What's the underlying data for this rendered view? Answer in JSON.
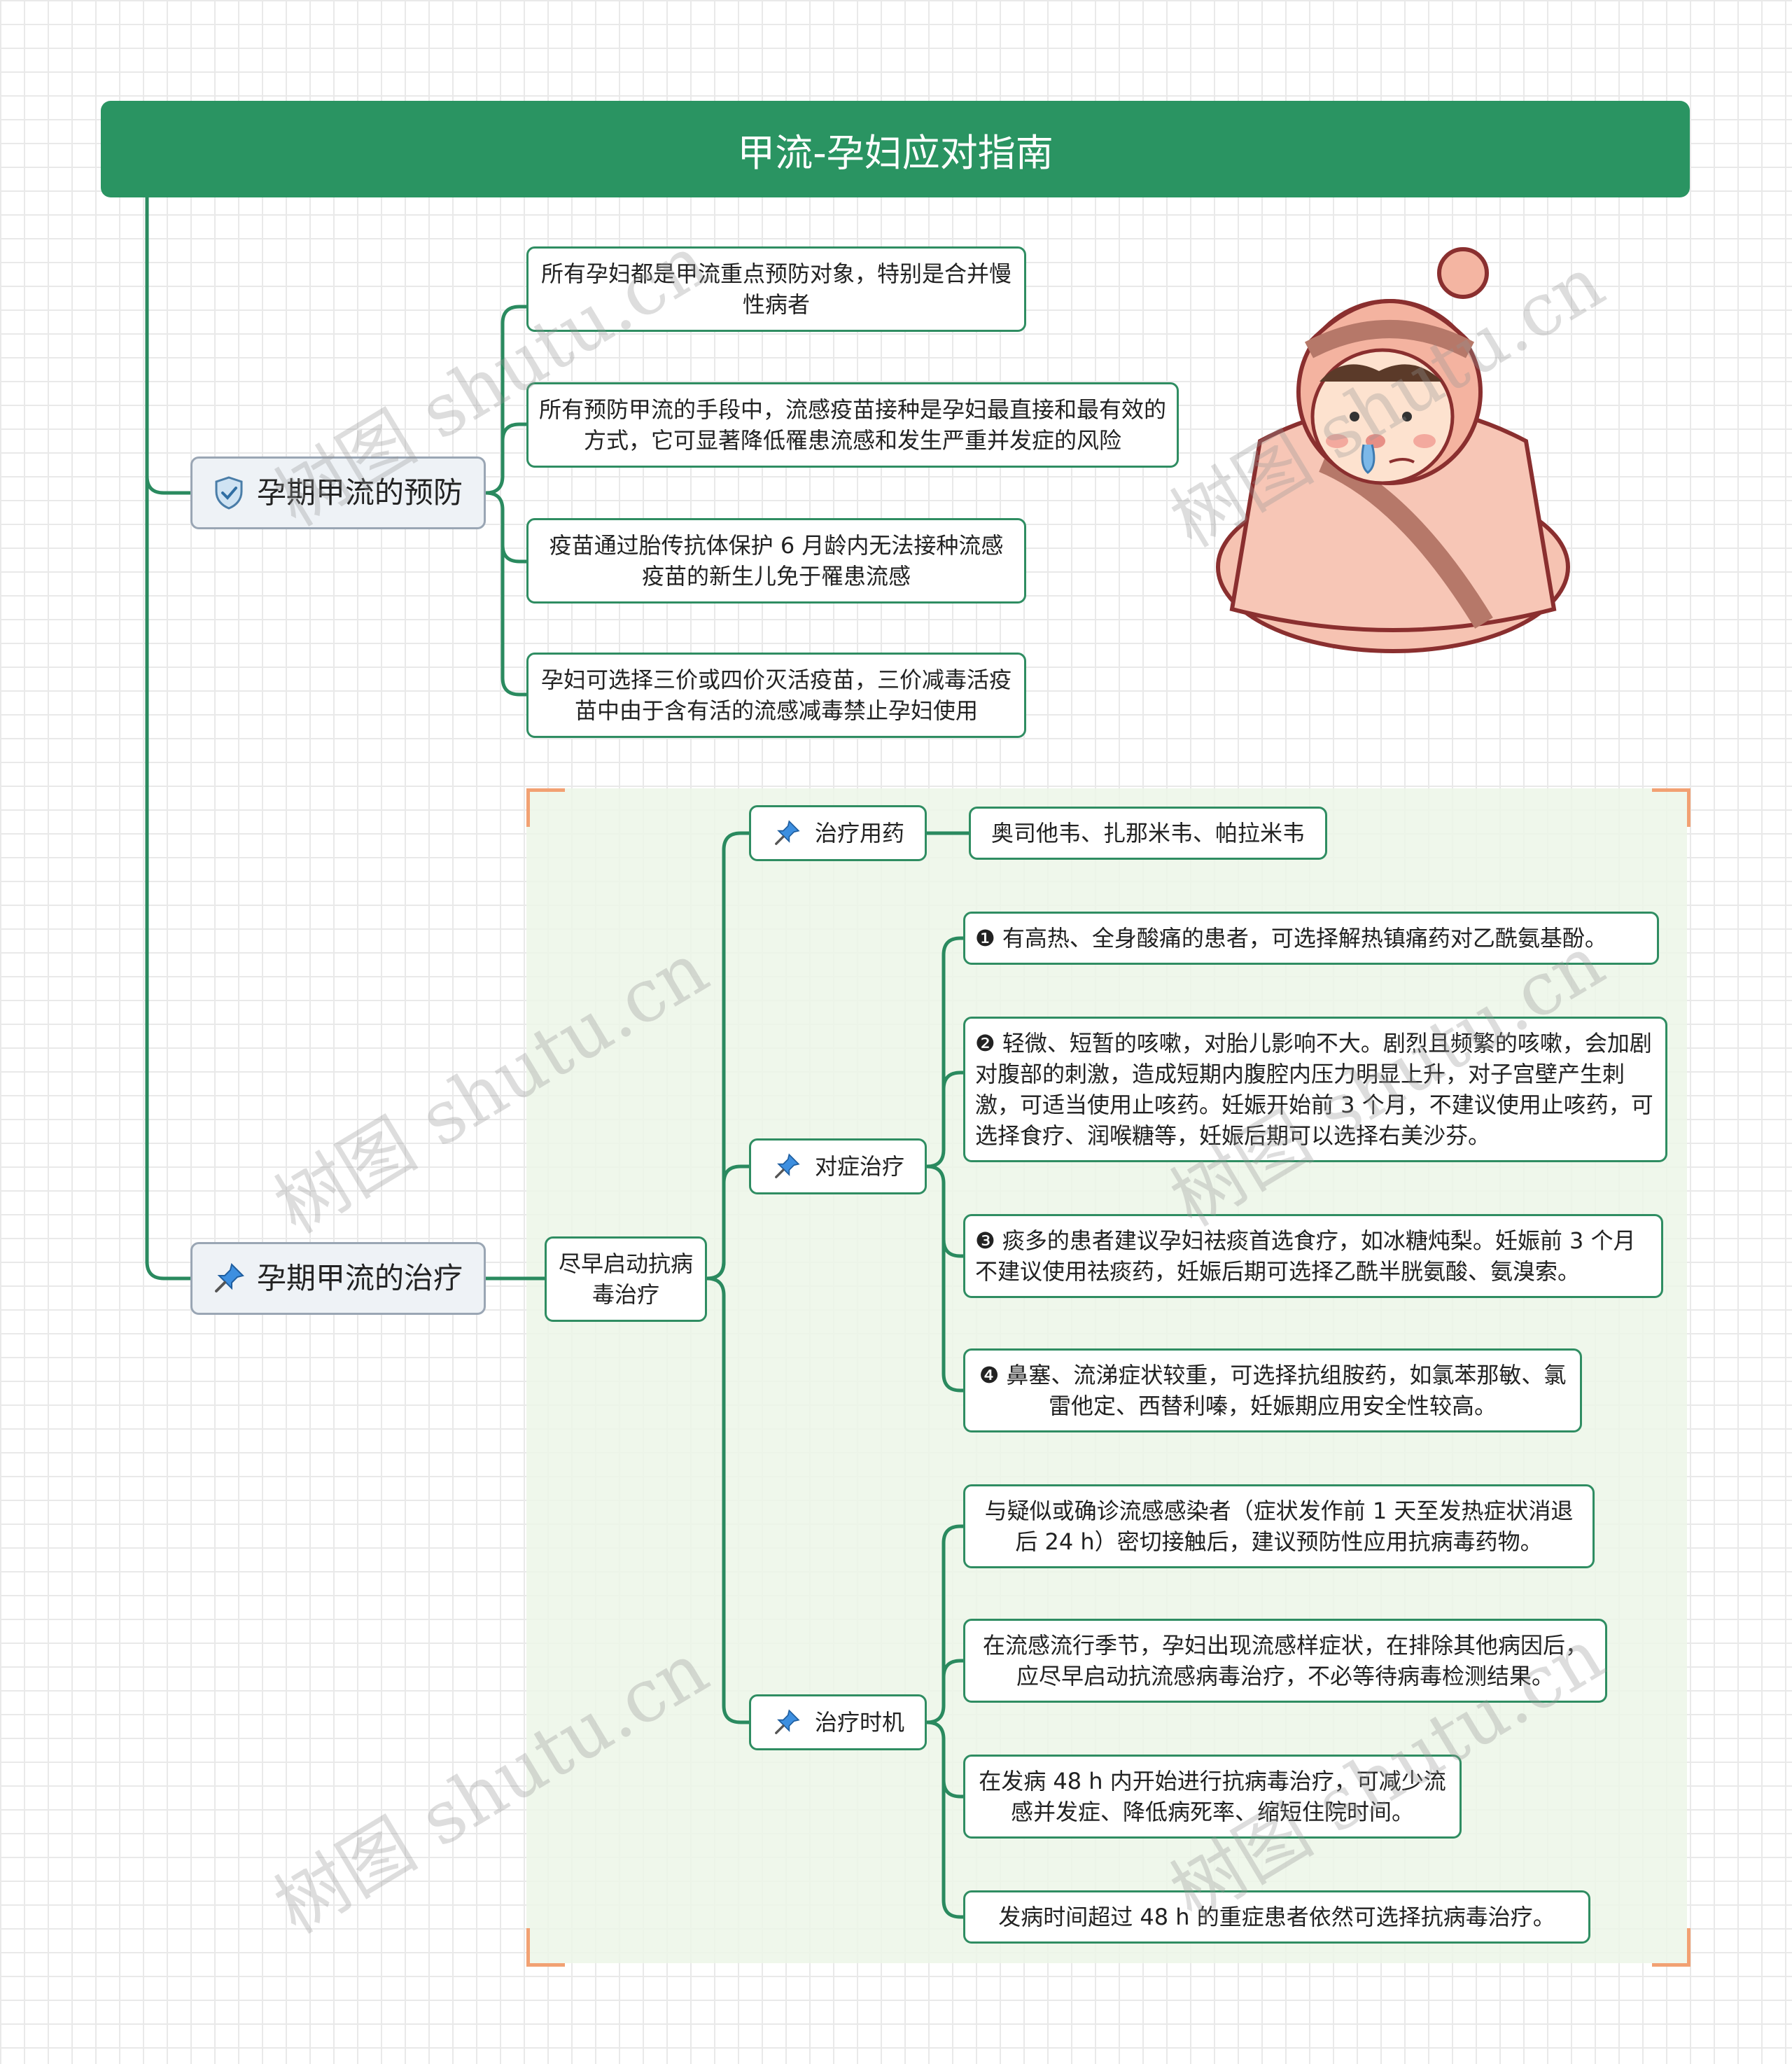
{
  "title": "甲流-孕妇应对指南",
  "branches": {
    "prevention": {
      "label": "孕期甲流的预防",
      "icon": "shield-check-icon",
      "items": [
        "所有孕妇都是甲流重点预防对象，特别是合并慢性病者",
        "所有预防甲流的手段中，流感疫苗接种是孕妇最直接和最有效的方式，它可显著降低罹患流感和发生严重并发症的风险",
        "疫苗通过胎传抗体保护 6 月龄内无法接种流感疫苗的新生儿免于罹患流感",
        "孕妇可选择三价或四价灭活疫苗，三价减毒活疫苗中由于含有活的流感减毒禁止孕妇使用"
      ]
    },
    "treatment": {
      "label": "孕期甲流的治疗",
      "icon": "pushpin-icon",
      "sub": {
        "label": "尽早启动抗病毒治疗",
        "groups": {
          "drugs": {
            "label": "治疗用药",
            "icon": "pushpin-icon",
            "items": [
              "奥司他韦、扎那米韦、帕拉米韦"
            ]
          },
          "symptomatic": {
            "label": "对症治疗",
            "icon": "pushpin-icon",
            "items": [
              "❶ 有高热、全身酸痛的患者，可选择解热镇痛药对乙酰氨基酚。",
              "❷ 轻微、短暂的咳嗽，对胎儿影响不大。剧烈且频繁的咳嗽，会加剧对腹部的刺激，造成短期内腹腔内压力明显上升，对子宫壁产生刺激，可适当使用止咳药。妊娠开始前 3 个月，不建议使用止咳药，可选择食疗、润喉糖等，妊娠后期可以选择右美沙芬。",
              "❸ 痰多的患者建议孕妇祛痰首选食疗，如冰糖炖梨。妊娠前 3 个月不建议使用祛痰药，妊娠后期可选择乙酰半胱氨酸、氨溴索。",
              "❹ 鼻塞、流涕症状较重，可选择抗组胺药，如氯苯那敏、氯雷他定、西替利嗪，妊娠期应用安全性较高。"
            ]
          },
          "timing": {
            "label": "治疗时机",
            "icon": "pushpin-icon",
            "items": [
              "与疑似或确诊流感感染者（症状发作前 1 天至发热症状消退后 24 h）密切接触后，建议预防性应用抗病毒药物。",
              "在流感流行季节，孕妇出现流感样症状，在排除其他病因后，应尽早启动抗流感病毒治疗，不必等待病毒检测结果。",
              "在发病 48 h 内开始进行抗病毒治疗，可减少流感并发症、降低病死率、缩短住院时间。",
              "发病时间超过 48 h 的重症患者依然可选择抗病毒治疗。"
            ]
          }
        }
      }
    }
  },
  "watermark": "树图 shutu.cn",
  "colors": {
    "title_bg": "#2a9462",
    "line": "#2a8a5f",
    "corner": "#f2a173",
    "zone": "#ecf6e8"
  }
}
